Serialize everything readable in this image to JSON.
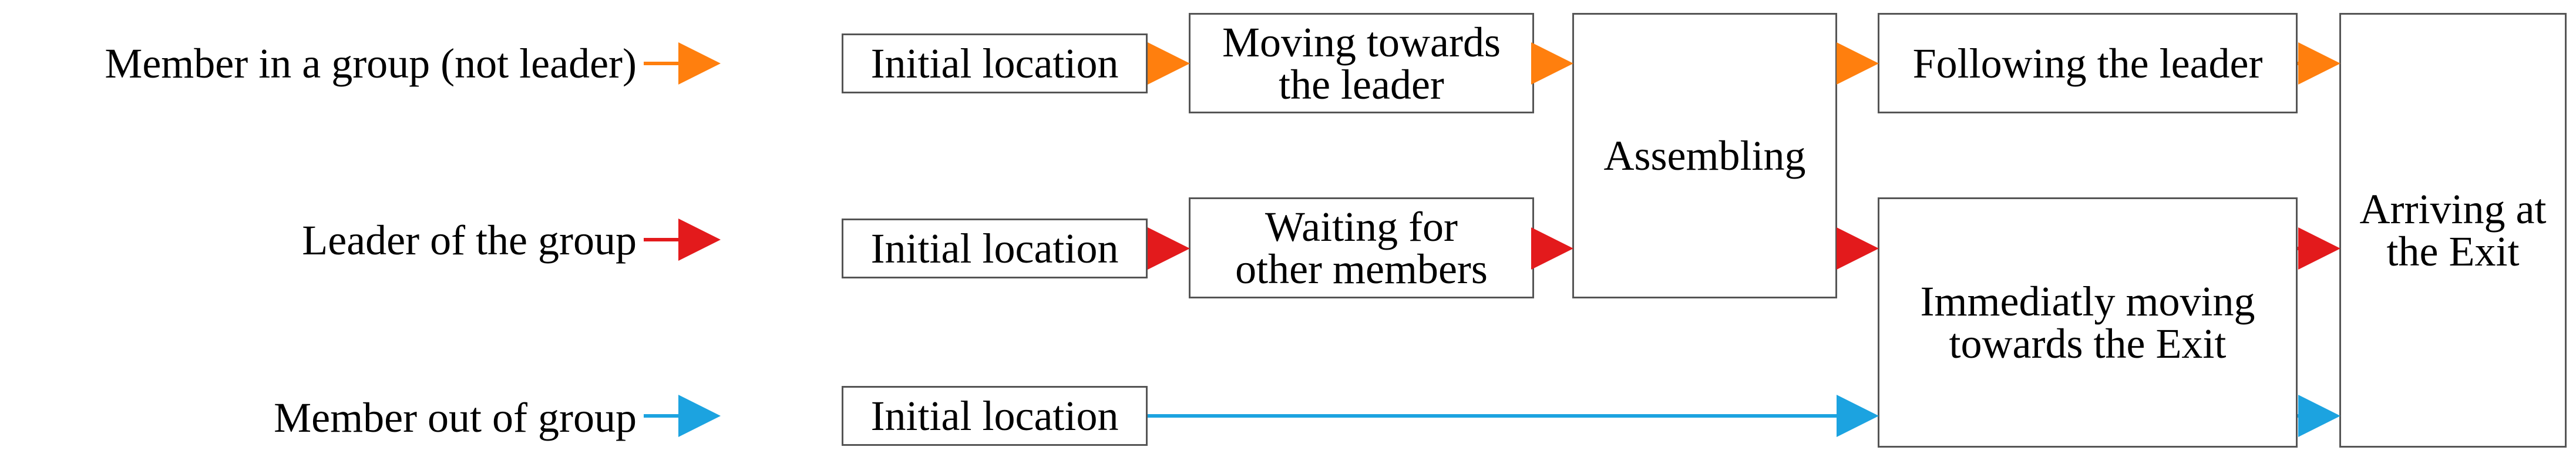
{
  "colors": {
    "member_in_group": "#ff7f0e",
    "leader": "#e31a1c",
    "member_out_of_group": "#1ca3e0",
    "box_border": "#555555"
  },
  "legend": {
    "member_in_group": "Member in a group (not leader)",
    "leader": "Leader of the group",
    "member_out_of_group": "Member out of group"
  },
  "boxes": {
    "initial_location_1": "Initial location",
    "initial_location_2": "Initial location",
    "initial_location_3": "Initial location",
    "moving_towards_leader": [
      "Moving towards",
      "the leader"
    ],
    "waiting_for_members": [
      "Waiting for",
      "other members"
    ],
    "assembling": "Assembling",
    "following_leader": "Following the leader",
    "immediately_moving": [
      "Immediatly moving",
      "towards the Exit"
    ],
    "arriving_exit": [
      "Arriving at",
      "the Exit"
    ]
  }
}
